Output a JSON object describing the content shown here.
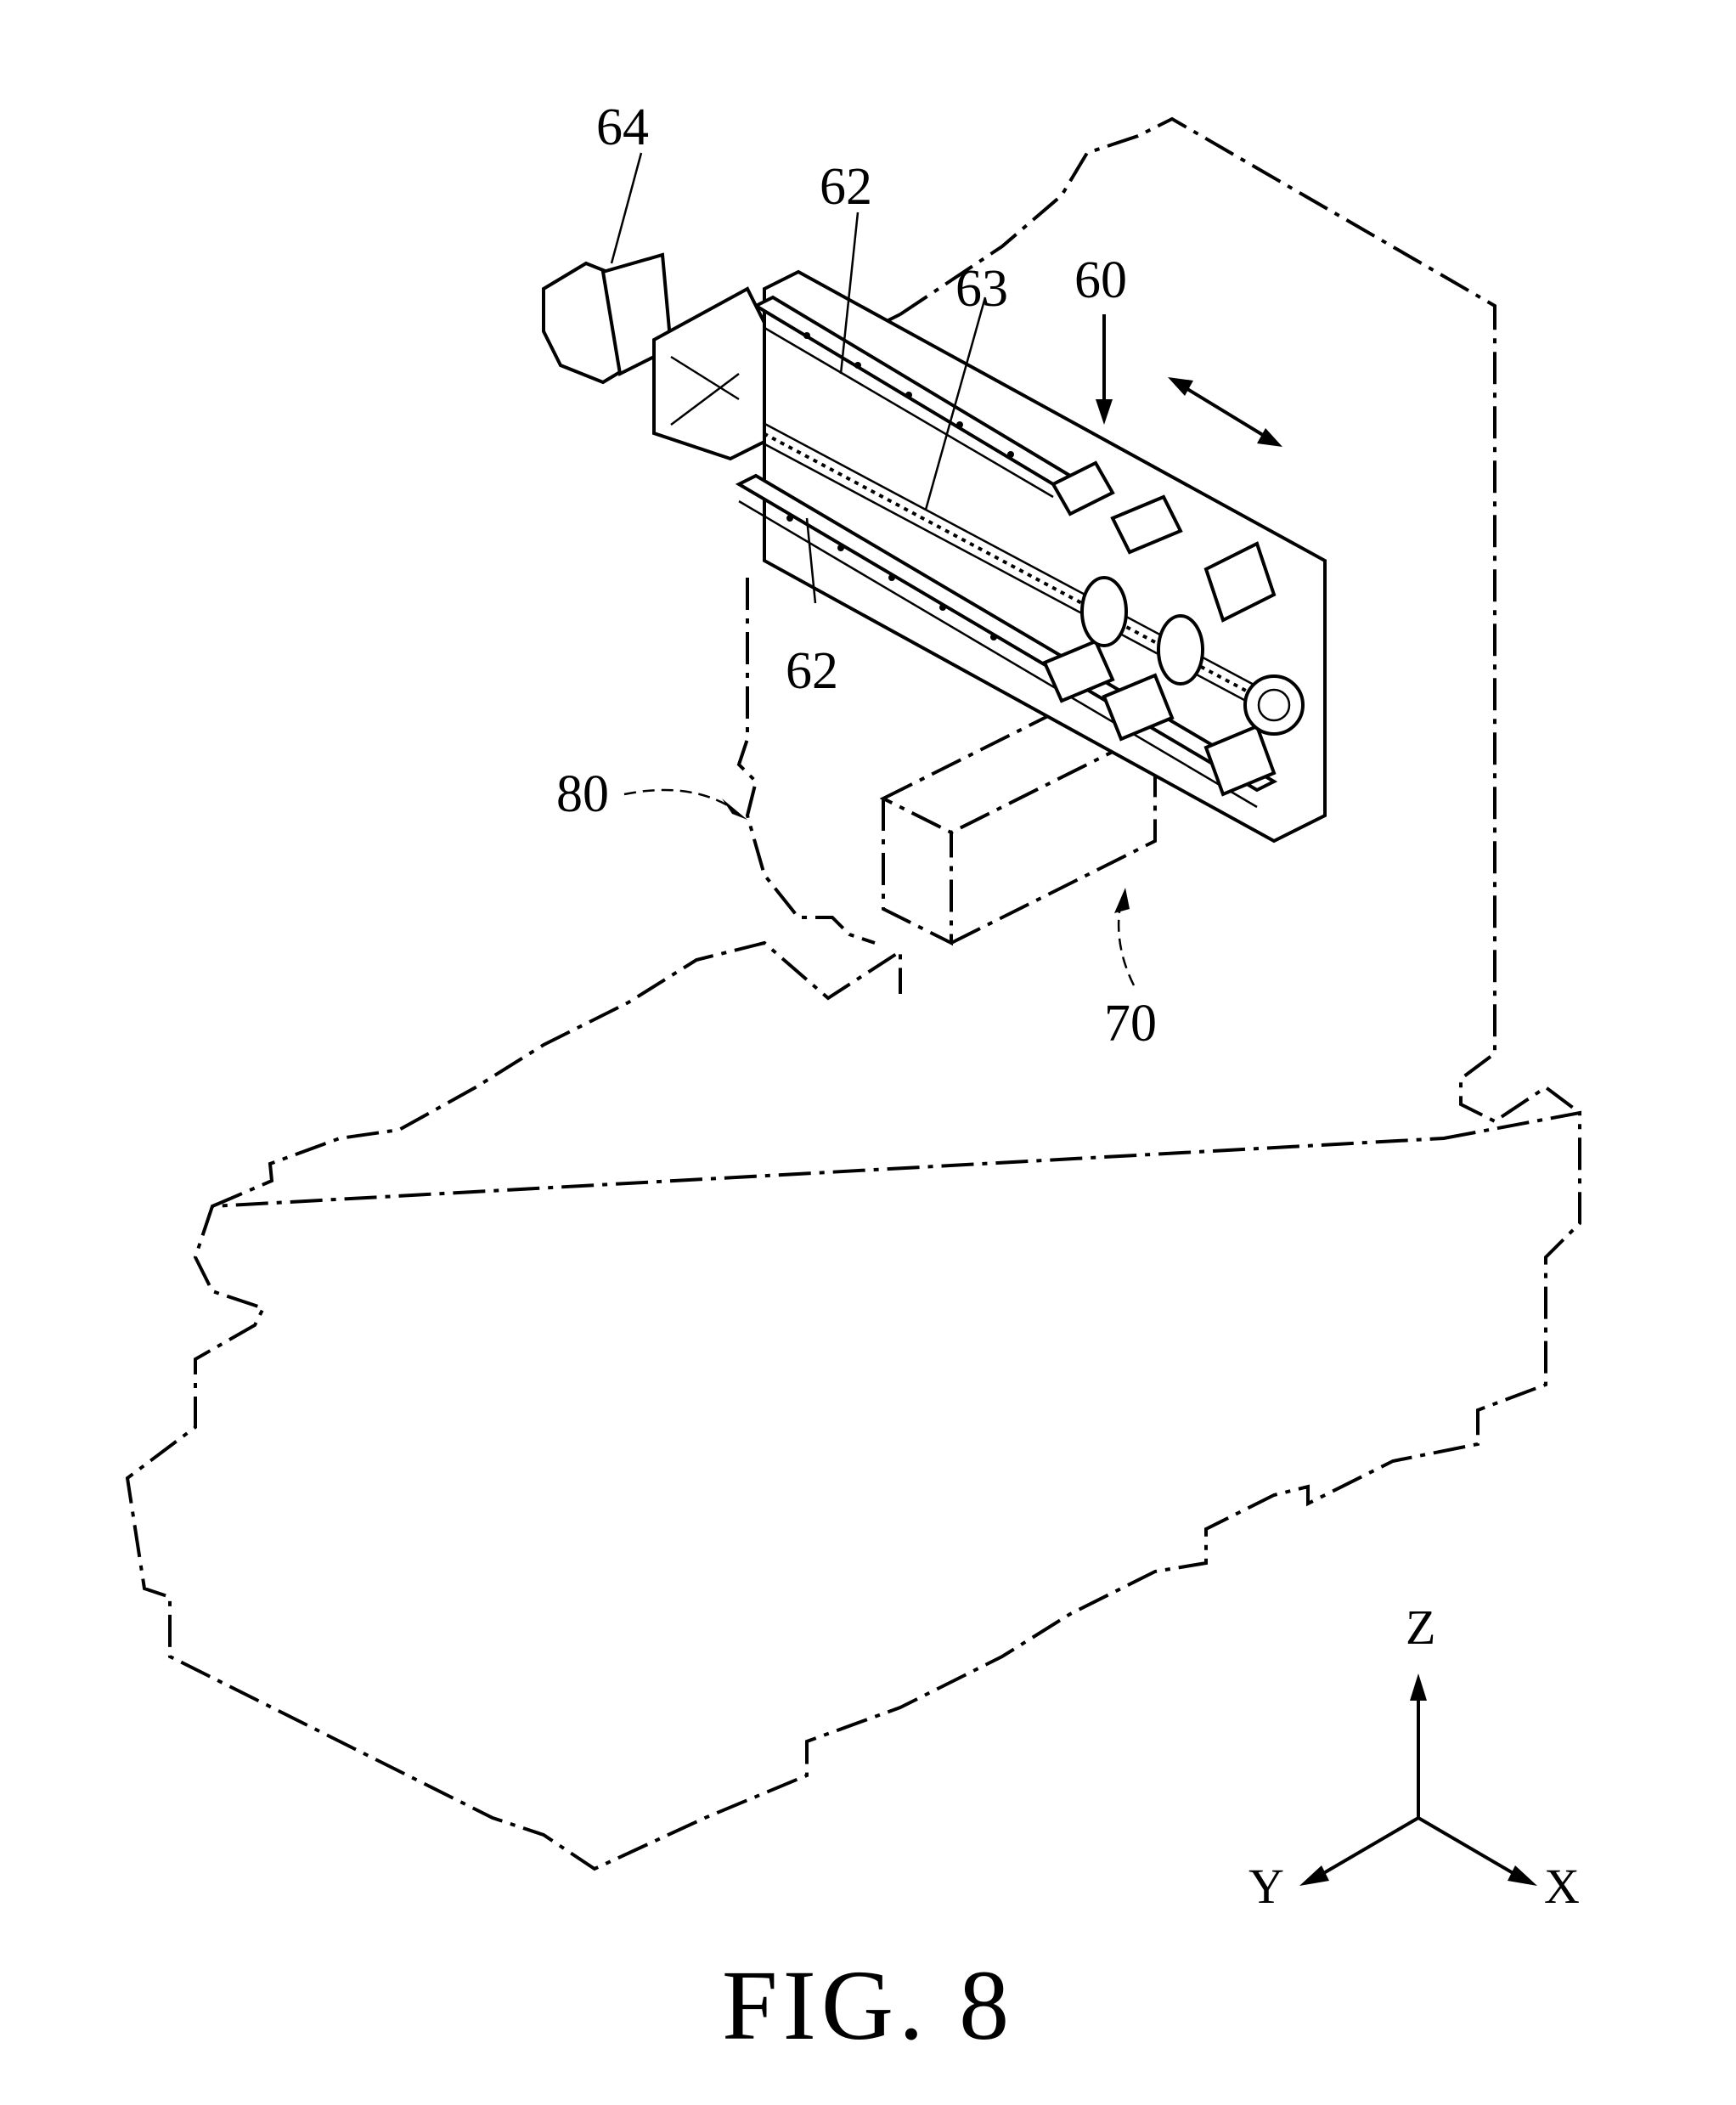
{
  "labels": {
    "motor": "64",
    "rail_top": "62",
    "rail_bottom": "62",
    "screw": "63",
    "slide_unit": "60",
    "column": "80",
    "carrier": "70"
  },
  "axes": {
    "z": "Z",
    "y": "Y",
    "x": "X"
  },
  "caption": "FIG. 8"
}
